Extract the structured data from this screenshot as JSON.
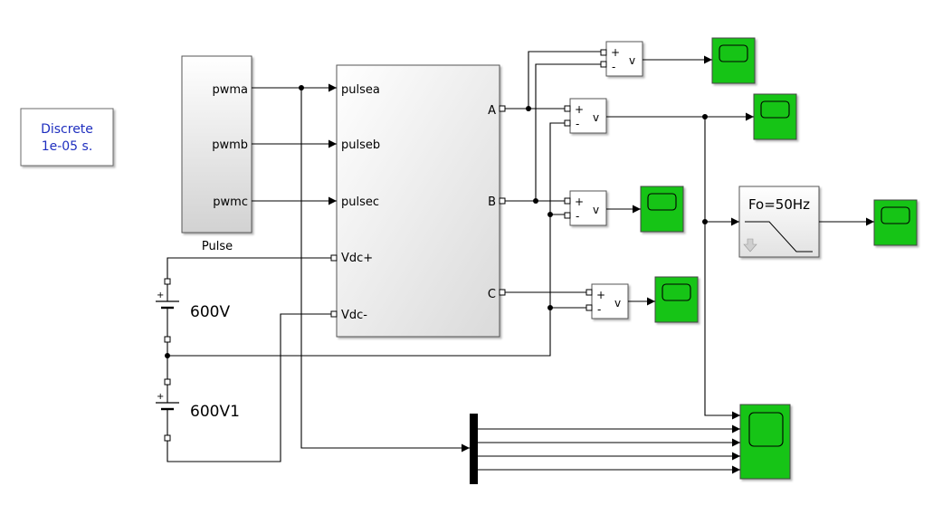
{
  "solver": {
    "line1": "Discrete",
    "line2": "1e-05 s."
  },
  "pulse": {
    "name": "Pulse",
    "ports": [
      "pwma",
      "pwmb",
      "pwmc"
    ]
  },
  "inverter": {
    "inputs": [
      "pulsea",
      "pulseb",
      "pulsec",
      "Vdc+",
      "Vdc-"
    ],
    "outputs": [
      "A",
      "B",
      "C"
    ]
  },
  "sources": [
    {
      "name": "600V",
      "plus": "+"
    },
    {
      "name": "600V1",
      "plus": "+"
    }
  ],
  "sensor": {
    "plus": "+",
    "minus": "-",
    "out": "v"
  },
  "filter": {
    "label": "Fo=50Hz"
  },
  "colors": {
    "scope": "#17c417",
    "scope_dark": "#0d8a0d",
    "solver_text": "#1f2fbf"
  }
}
